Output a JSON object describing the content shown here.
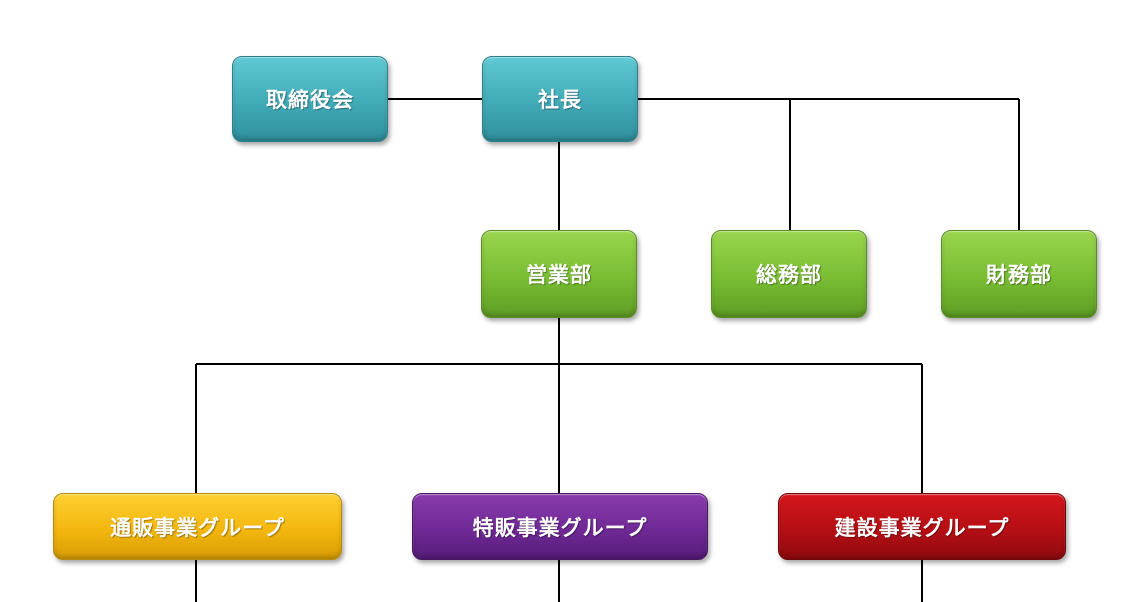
{
  "org_chart": {
    "nodes": {
      "board": "取締役会",
      "president": "社長",
      "sales": "営業部",
      "general_affairs": "総務部",
      "finance": "財務部",
      "mail_order_group": "通販事業グループ",
      "special_sales_group": "特販事業グループ",
      "construction_group": "建設事業グループ"
    },
    "colors": {
      "executive": "#41aab7",
      "department": "#79bd33",
      "mail_order_group": "#f4b70e",
      "special_sales_group": "#702996",
      "construction_group": "#b50f14",
      "connector": "#000000"
    }
  }
}
